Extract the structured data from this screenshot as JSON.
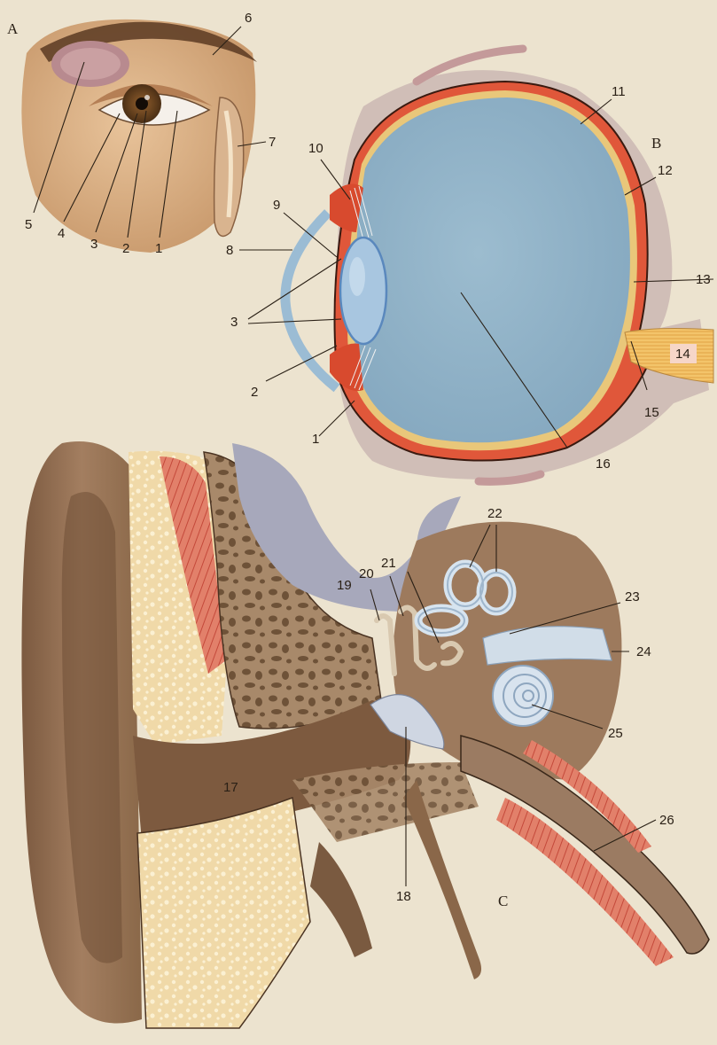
{
  "panels": {
    "a": "A",
    "b": "B",
    "c": "C"
  },
  "eye_external_labels": [
    "1",
    "2",
    "3",
    "4",
    "5",
    "6",
    "7"
  ],
  "eye_section_labels": [
    "1",
    "2",
    "3",
    "8",
    "9",
    "10",
    "11",
    "12",
    "13",
    "14",
    "15",
    "16"
  ],
  "ear_labels": [
    "17",
    "18",
    "19",
    "20",
    "21",
    "22",
    "23",
    "24",
    "25",
    "26"
  ]
}
